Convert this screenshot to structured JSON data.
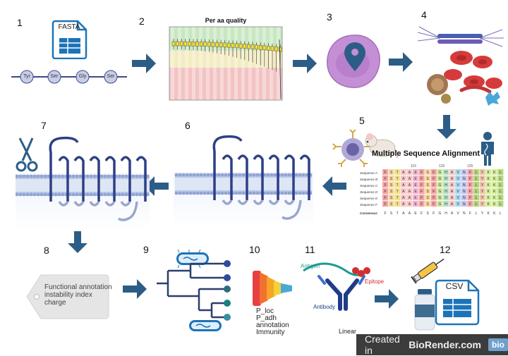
{
  "steps": [
    "1",
    "2",
    "3",
    "4",
    "5",
    "6",
    "7",
    "8",
    "9",
    "10",
    "11",
    "12"
  ],
  "step1": {
    "file_label": "FASTA",
    "residues": [
      "Tyr",
      "Ser",
      "Gly",
      "Ser"
    ]
  },
  "step2": {
    "chart_title": "Per aa quality"
  },
  "step5": {
    "msa_title": "Multiple Sequence Alignment",
    "positions": [
      "115",
      "120",
      "125"
    ],
    "rows": [
      "Sequence A",
      "Sequence B",
      "Sequence C",
      "Sequence D",
      "Sequence E",
      "Sequence F"
    ],
    "consensus_label": "Consensus",
    "consensus": [
      "F",
      "S",
      "T",
      "A",
      "A",
      "E",
      "F",
      "S",
      "F",
      "G",
      "H",
      "A",
      "V",
      "N",
      "F",
      "L",
      "Y",
      "K",
      "K",
      "L"
    ]
  },
  "step8": {
    "tag_lines": [
      "Functional annotation",
      "instability index",
      "charge"
    ]
  },
  "step10": {
    "lines": [
      "P_loc",
      "P_adh",
      "annotation",
      "Immunity"
    ]
  },
  "step11": {
    "antigen": "Antigen",
    "epitope": "Epitope",
    "antibody": "Antibody",
    "caption": "Linear"
  },
  "step12": {
    "file_label": "CSV"
  },
  "badge": {
    "text_plain": "Created in ",
    "text_bold": "BioRender.com",
    "logo": "bio"
  },
  "colors": {
    "arrow": "#2c5d86",
    "file_blue": "#1c74b8",
    "cell_purple": "#b87fd0"
  }
}
